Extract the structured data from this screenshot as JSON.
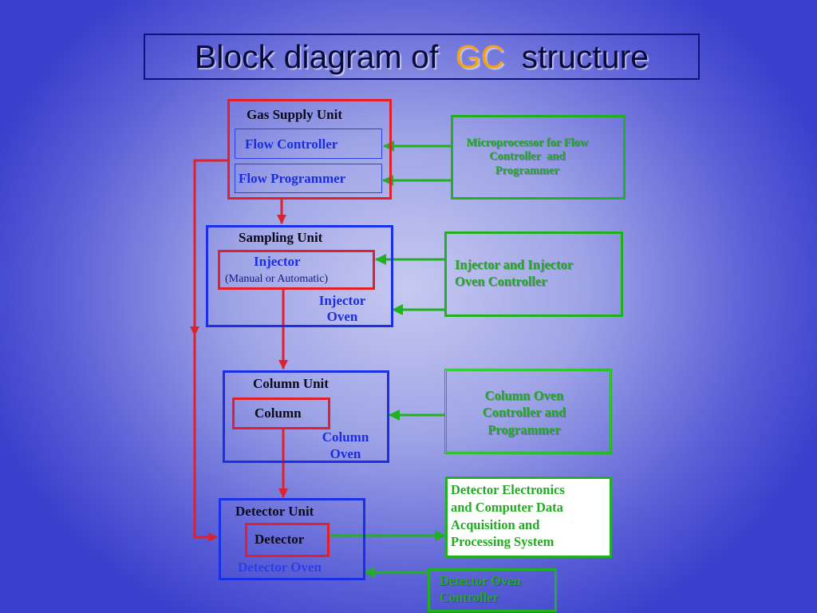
{
  "title": {
    "prefix": "Block diagram of ",
    "highlight": "GC",
    "suffix": " structure"
  },
  "gas_supply": {
    "title": "Gas Supply Unit",
    "flow_controller": "Flow Controller",
    "flow_programmer": "Flow Programmer"
  },
  "microprocessor": {
    "label": "Microprocessor for Flow\nController  and\nProgrammer"
  },
  "sampling": {
    "title": "Sampling Unit",
    "injector": "Injector",
    "injector_mode": "(Manual or Automatic)",
    "injector_oven": "Injector\nOven"
  },
  "injector_controller": {
    "label": "Injector and Injector\nOven Controller"
  },
  "column_unit": {
    "title": "Column Unit",
    "column": "Column",
    "column_oven": "Column\nOven"
  },
  "column_controller": {
    "label": "Column Oven\nController and\nProgrammer"
  },
  "detector_unit": {
    "title": "Detector Unit",
    "detector": "Detector",
    "detector_oven": "Detector Oven"
  },
  "detector_electronics": {
    "label": "Detector Electronics\nand Computer Data\nAcquisition and\nProcessing System"
  },
  "detector_oven_controller": {
    "label": "Detector Oven\nController"
  },
  "colors": {
    "red": "#e0202a",
    "blue": "#1a30e6",
    "green": "#20b020",
    "title_accent": "#f5a21a"
  }
}
